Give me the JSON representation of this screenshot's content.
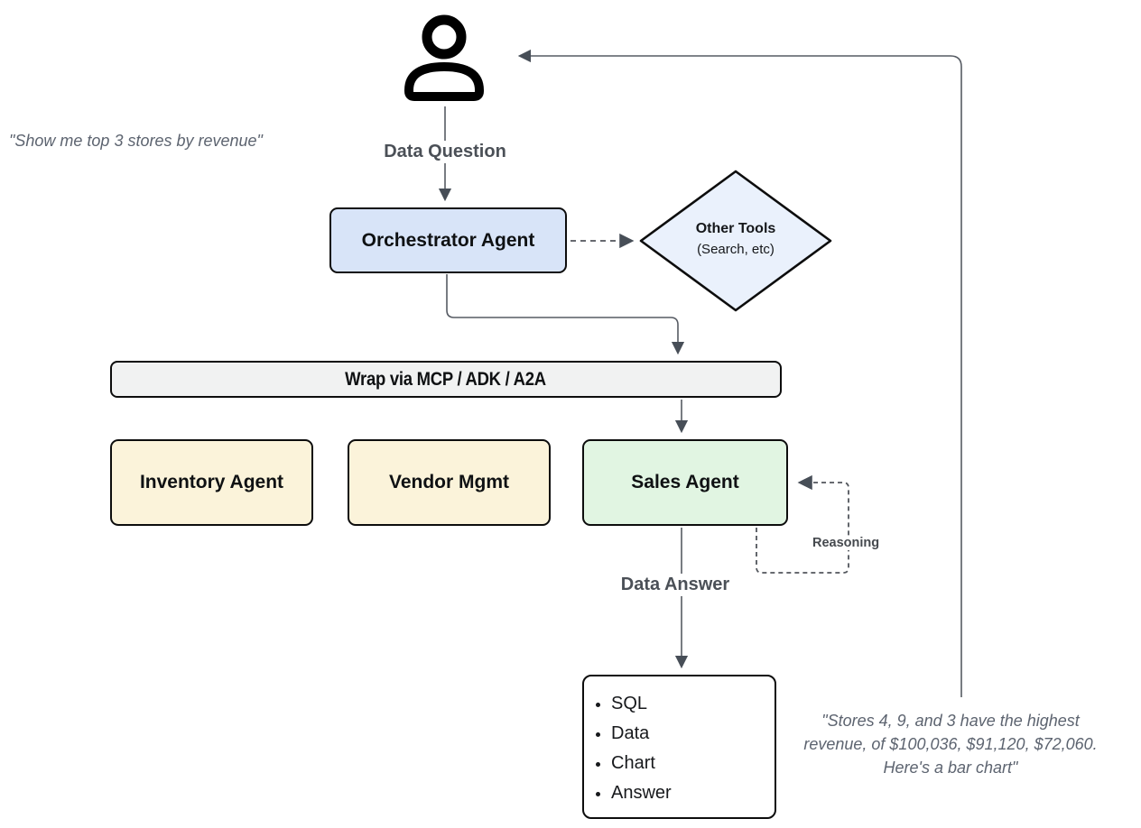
{
  "quotes": {
    "user_question": "\"Show me top 3 stores by revenue\"",
    "agent_answer": "\"Stores 4, 9, and 3 have the highest\nrevenue, of $100,036, $91,120, $72,060.\nHere's a bar chart\""
  },
  "labels": {
    "data_question": "Data Question",
    "data_answer": "Data Answer",
    "reasoning": "Reasoning"
  },
  "nodes": {
    "orchestrator": {
      "label": "Orchestrator Agent"
    },
    "other_tools": {
      "title": "Other Tools",
      "subtitle": "(Search, etc)"
    },
    "wrap_bar": {
      "label": "Wrap via MCP / ADK / A2A"
    },
    "inventory": {
      "label": "Inventory Agent"
    },
    "vendor": {
      "label": "Vendor Mgmt"
    },
    "sales": {
      "label": "Sales Agent"
    },
    "output": {
      "items": [
        "SQL",
        "Data",
        "Chart",
        "Answer"
      ]
    }
  },
  "colors": {
    "orchestrator_fill": "#d8e4f8",
    "diamond_fill": "#eaf1fc",
    "worker_fill": "#fbf3da",
    "sales_fill": "#e1f5e2",
    "wrap_fill": "#f1f2f2",
    "border_color": "#0d0d0d",
    "edge_color": "#565b63",
    "arrow_color": "#474e57"
  }
}
